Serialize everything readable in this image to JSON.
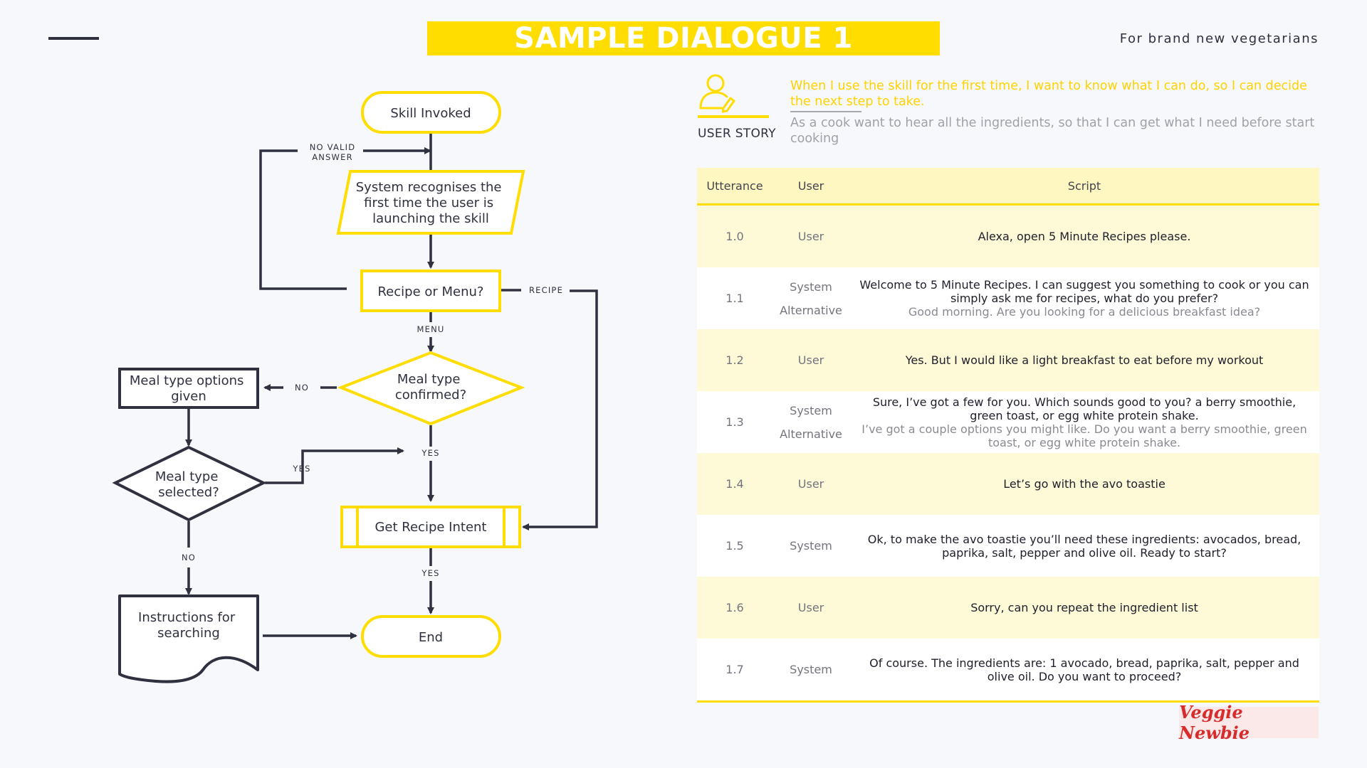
{
  "header": {
    "title": "SAMPLE DIALOGUE 1",
    "subtitle": "For brand new vegetarians"
  },
  "flowchart": {
    "nodes": {
      "skill_invoked": "Skill Invoked",
      "system_recognises": [
        "System recognises the",
        "first time the user is",
        "launching the skill"
      ],
      "recipe_or_menu": "Recipe or Menu?",
      "meal_type_confirmed": [
        "Meal type",
        "confirmed?"
      ],
      "meal_type_options": [
        "Meal type options",
        "given"
      ],
      "meal_type_selected": [
        "Meal type",
        "selected?"
      ],
      "get_recipe_intent": "Get Recipe Intent",
      "instructions": [
        "Instructions for",
        "searching"
      ],
      "end": "End"
    },
    "labels": {
      "no_valid_answer": [
        "NO VALID",
        "ANSWER"
      ],
      "recipe": "RECIPE",
      "menu": "MENU",
      "no": "NO",
      "yes": "YES"
    },
    "colors": {
      "accent": "#ffdd00",
      "dark": "#2f3040"
    }
  },
  "user_story": {
    "icon": "user-edit-icon",
    "label": "USER STORY",
    "line1": "When I use the skill for the first time, I want to know what I can do, so I can decide the next step to take.",
    "line2": "As a cook want to hear all the ingredients, so that I can get what I need before start cooking"
  },
  "table": {
    "headers": {
      "utterance": "Utterance",
      "user": "User",
      "script": "Script"
    },
    "rows": [
      {
        "utterance": "1.0",
        "who": "User",
        "script": "Alexa, open 5 Minute Recipes please."
      },
      {
        "utterance": "1.1",
        "who": "System",
        "script": "Welcome to 5 Minute Recipes. I can suggest you something to cook or you can simply ask me for recipes, what do you prefer?",
        "alt_who": "Alternative",
        "alt_script": "Good morning. Are you looking for a delicious breakfast idea?"
      },
      {
        "utterance": "1.2",
        "who": "User",
        "script": "Yes. But I would like a light breakfast to eat before my workout"
      },
      {
        "utterance": "1.3",
        "who": "System",
        "script": "Sure, I’ve got a few for you. Which sounds good to you? a berry smoothie, green toast, or egg white protein shake.",
        "alt_who": "Alternative",
        "alt_script": "I’ve got a couple options you might like. Do you want a berry smoothie, green toast, or egg white protein shake."
      },
      {
        "utterance": "1.4",
        "who": "User",
        "script": "Let’s go with the avo toastie"
      },
      {
        "utterance": "1.5",
        "who": "System",
        "script": "Ok, to make the avo toastie you’ll need these ingredients: avocados, bread, paprika, salt, pepper and olive oil. Ready to start?"
      },
      {
        "utterance": "1.6",
        "who": "User",
        "script": "Sorry, can you repeat the ingredient list"
      },
      {
        "utterance": "1.7",
        "who": "System",
        "script": "Of course. The ingredients are: 1 avocado, bread, paprika, salt, pepper and olive oil. Do you want to proceed?"
      }
    ]
  },
  "brand": {
    "logo_text": "Veggie Newbie"
  }
}
